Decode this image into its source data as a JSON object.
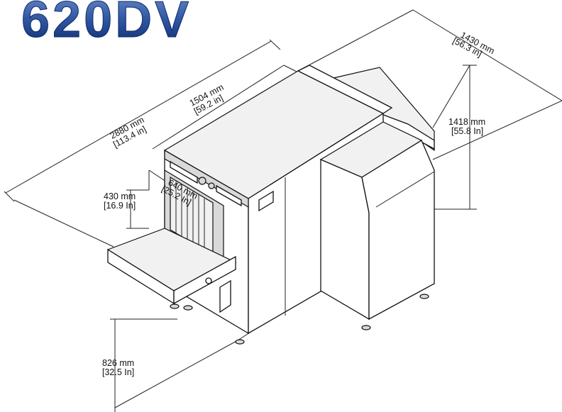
{
  "model_title": "620DV",
  "dimensions": {
    "overall_length_mm": "2880 mm",
    "overall_length_in": "[113.4 in]",
    "body_length_mm": "1504 mm",
    "body_length_in": "[59.2 in]",
    "width_mm": "1430 mm",
    "width_in": "[56.3 in]",
    "height_mm": "1418 mm",
    "height_in": "[55.8 In]",
    "tunnel_height_mm": "430 mm",
    "tunnel_height_in": "[16.9 In]",
    "tunnel_width_mm": "640 mm",
    "tunnel_width_in": "[25.2 In]",
    "conveyor_height_mm": "826 mm",
    "conveyor_height_in": "[32.5 In]"
  },
  "colors": {
    "title_top": "#4a6fb0",
    "title_bottom": "#0d2a6e",
    "line": "#222222"
  }
}
